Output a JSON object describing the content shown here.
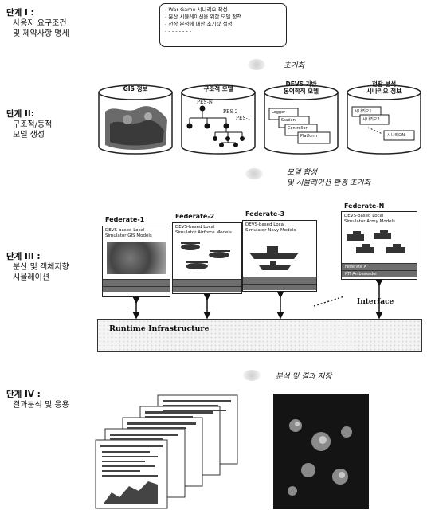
{
  "stages": [
    {
      "title": "단계 I :",
      "desc": "사용자 요구조건\n및 제약사항 명세"
    },
    {
      "title": "단계 II:",
      "desc": "구조적/동적\n모델 생성"
    },
    {
      "title": "단계 III :",
      "desc": "분산 및 객체지향\n시뮬레이션"
    },
    {
      "title": "단계 IV :",
      "desc": "결과분석 및 응용"
    }
  ],
  "requirements": {
    "lines": "- War Game 시나리오 작성\n- 분산 시뮬레이션을 위한 모델 정책\n- 전장 분석에 대한 초기값 설정\n- - - - - - - -"
  },
  "steps": {
    "init": "초기화",
    "compose": "모델 합성\n및 시뮬레이션 환경 초기화",
    "analysis": "분석 및 결과 저장"
  },
  "cylinders": [
    {
      "label": "GIS 정보"
    },
    {
      "label": "구조적 모델",
      "nodes": [
        "PES-N",
        "PES-2",
        "PES-1"
      ]
    },
    {
      "label": "DEVS 기반\n동역학적 모델",
      "windows": [
        "Logger",
        "Station",
        "Controller",
        "Platform"
      ]
    },
    {
      "label": "전장 분석\n시나리오 정보",
      "windows": [
        "시나리오1",
        "시나리오2",
        "시나리오N"
      ]
    }
  ],
  "federates": [
    {
      "title": "Federate-1",
      "text": "DEVS-based Local\nSimulator GIS Models"
    },
    {
      "title": "Federate-2",
      "text": "DEVS-based Local\nSimulator Airforce Models"
    },
    {
      "title": "Federate-3",
      "text": "DEVS-based Local\nSimulator Navy Models"
    },
    {
      "title": "Federate-N",
      "text": "DEVS-based Local\nSimulator Army Models",
      "bars": [
        "Federate A",
        "RTI Ambassador"
      ]
    }
  ],
  "runtime": {
    "label": "Runtime Infrastructure"
  },
  "interface": {
    "label": "Interface"
  }
}
